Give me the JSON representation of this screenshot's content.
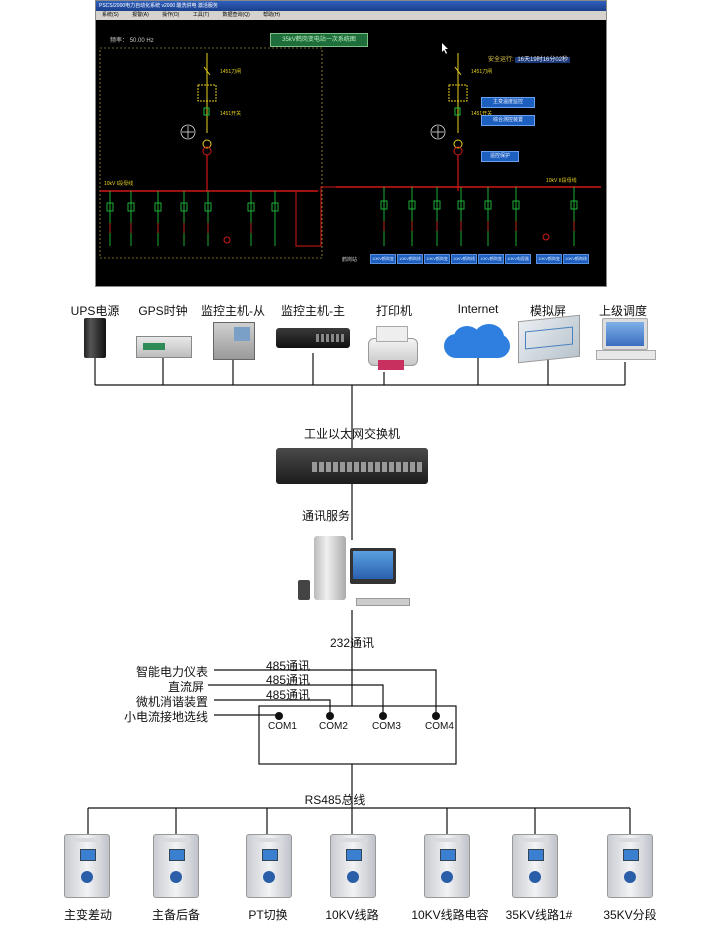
{
  "scada": {
    "window_title": "PSCS/2000电力自动化系统 v2000 酸洗供电 激活服务",
    "menu": [
      "系统(S)",
      "报警(A)",
      "操作(O)",
      "工具(T)",
      "数据查询(Q)",
      "帮助(H)"
    ],
    "frequency_label": "频率：",
    "frequency_value": "50.00",
    "frequency_unit": "Hz",
    "diagram_title": "35kV鹤岗变电站一次系统图",
    "safe_run_label": "安全运行:",
    "safe_run_value": "16天19时16分02秒",
    "left_switch_labels": [
      "1451刀闸",
      "1451开关"
    ],
    "right_switch_labels": [
      "1451刀闸",
      "1451开关"
    ],
    "left_bus_label": "10kV I段母线",
    "right_bus_label": "10kV II段母线",
    "buttons": [
      "主变温度监控",
      "综合测控装置",
      "遥控保护"
    ],
    "bottom_text": "鹤岗站",
    "nav_buttons": [
      "10KV鹤岗变",
      "10KV鹤岗线",
      "10KV鹤岗变",
      "10KV鹤岗线",
      "10KV鹤岗变",
      "10KV电容器",
      "10KV鹤岗变",
      "10KV鹤岗线"
    ]
  },
  "top_devices": [
    {
      "label": "UPS电源",
      "icon": "ups-icon"
    },
    {
      "label": "GPS时钟",
      "icon": "gps-clock-icon"
    },
    {
      "label": "监控主机-从",
      "icon": "rack-server-icon"
    },
    {
      "label": "监控主机-主",
      "icon": "dvr-host-icon"
    },
    {
      "label": "打印机",
      "icon": "printer-icon"
    },
    {
      "label": "Internet",
      "icon": "cloud-icon"
    },
    {
      "label": "模拟屏",
      "icon": "mimic-panel-icon"
    },
    {
      "label": "上级调度",
      "icon": "laptop-icon"
    }
  ],
  "switch_label": "工业以太网交换机",
  "server_label": "通讯服务",
  "rs232_label": "232通讯",
  "serial_devices": [
    {
      "label": "智能电力仪表",
      "link_label": "485通讯"
    },
    {
      "label": "直流屏",
      "link_label": "485通讯"
    },
    {
      "label": "微机消谐装置",
      "link_label": "485通讯"
    },
    {
      "label": "小电流接地选线",
      "link_label": ""
    }
  ],
  "com_ports": [
    "COM1",
    "COM2",
    "COM3",
    "COM4"
  ],
  "rs485_label": "RS485总线",
  "bottom_devices": [
    {
      "label": "主变差动"
    },
    {
      "label": "主备后备"
    },
    {
      "label": "PT切换"
    },
    {
      "label": "10KV线路"
    },
    {
      "label": "10KV线路电容"
    },
    {
      "label": "35KV线路1#"
    },
    {
      "label": "35KV分段"
    }
  ],
  "colors": {
    "scada_bg": "#000000",
    "bus_red": "#d01818",
    "device_green": "#20c040",
    "device_yellow": "#e8d020",
    "button_blue": "#1d5fbf"
  }
}
